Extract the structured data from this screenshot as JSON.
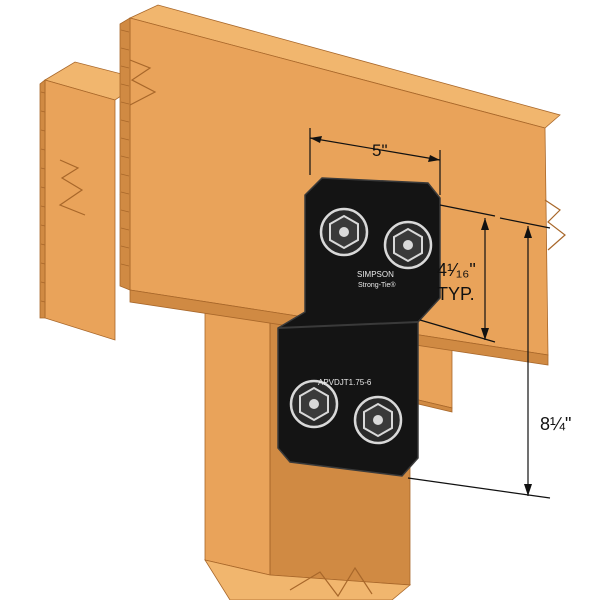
{
  "colors": {
    "wood_face": "#E9A35A",
    "wood_side": "#D08A43",
    "wood_top": "#F1B66E",
    "grain_line": "#A8672A",
    "bracket": "#141414",
    "bracket_edge": "#3a3a3a",
    "bolt": "#d9d9d9",
    "dimension_line": "#111111"
  },
  "dimensions": {
    "width": "5\"",
    "bolt_spacing": "4¹⁄₁₆\"",
    "bolt_spacing_note": "TYP.",
    "height": "8¼\""
  },
  "bracket": {
    "brand_line1": "SIMPSON",
    "brand_line2": "Strong-Tie®",
    "model": "APVDJT1.75-6"
  }
}
